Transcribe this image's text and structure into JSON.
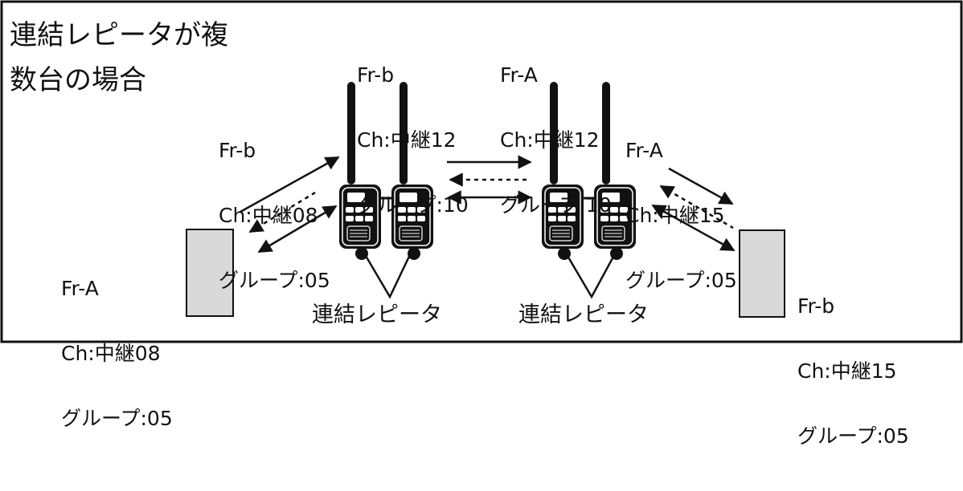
{
  "title": {
    "line1": "連結レピータが複",
    "line2": "数台の場合"
  },
  "labels": {
    "left_terminal": {
      "fr": "Fr-A",
      "ch": "Ch:中継08",
      "group": "グループ:05"
    },
    "repeater1_left": {
      "fr": "Fr-b",
      "ch": "Ch:中継08",
      "group": "グループ:05"
    },
    "repeater1_right": {
      "fr": "Fr-b",
      "ch": "Ch:中継12",
      "group": "グループ:10"
    },
    "repeater2_left": {
      "fr": "Fr-A",
      "ch": "Ch:中継12",
      "group": "グループ:10"
    },
    "repeater2_right": {
      "fr": "Fr-A",
      "ch": "Ch:中継15",
      "group": "グループ:05"
    },
    "right_terminal": {
      "fr": "Fr-b",
      "ch": "Ch:中継15",
      "group": "グループ:05"
    }
  },
  "captions": {
    "repeater1": "連結レピータ",
    "repeater2": "連結レピータ"
  },
  "colors": {
    "line": "#111111",
    "terminal_fill": "#d9d9d9",
    "radio_body": "#1a1a1a",
    "radio_screen": "#ffffff"
  }
}
